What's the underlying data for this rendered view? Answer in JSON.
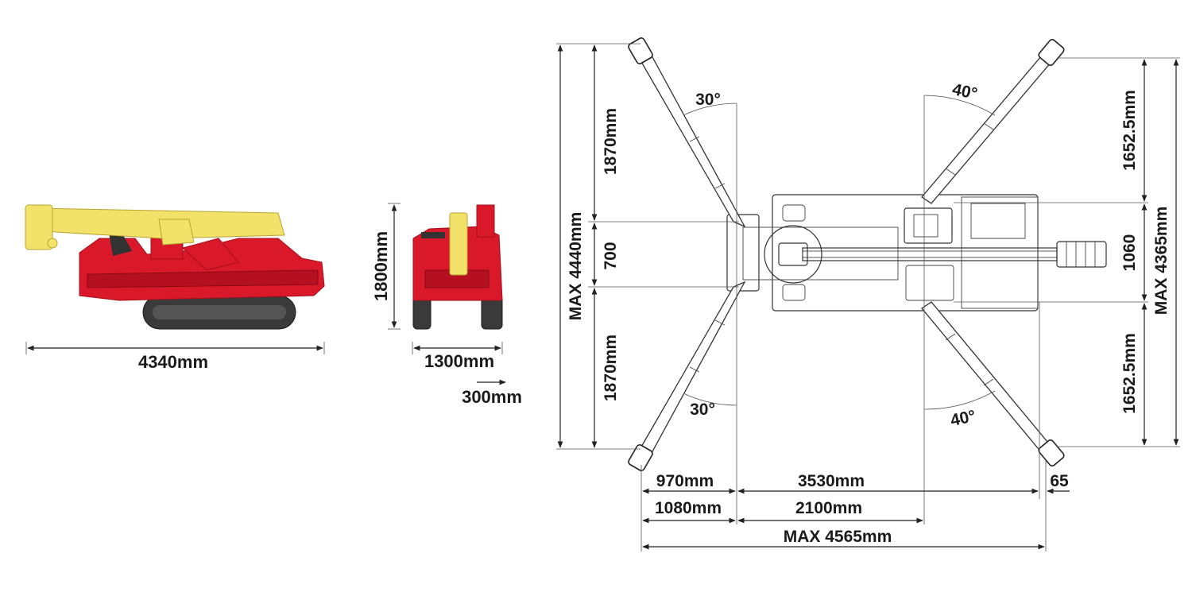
{
  "side_view": {
    "length_label": "4340mm"
  },
  "front_view": {
    "height_label": "1800mm",
    "width_label": "1300mm",
    "offset_label": "300mm"
  },
  "top_view": {
    "left_upper_height": "1870mm",
    "left_mid_height": "700",
    "left_lower_height": "1870mm",
    "left_max_height": "MAX 4440mm",
    "right_upper_height": "1652.5mm",
    "right_mid_height": "1060",
    "right_lower_height": "1652.5mm",
    "right_max_height": "MAX 4365mm",
    "angle_front_upper": "30°",
    "angle_front_lower": "30°",
    "angle_rear_upper": "40°",
    "angle_rear_lower": "40°",
    "bottom_970": "970mm",
    "bottom_3530": "3530mm",
    "bottom_65": "65",
    "bottom_1080": "1080mm",
    "bottom_2100": "2100mm",
    "bottom_max": "MAX 4565mm"
  },
  "colors": {
    "body_red": "#d9182a",
    "boom_yellow": "#f2e26a"
  }
}
